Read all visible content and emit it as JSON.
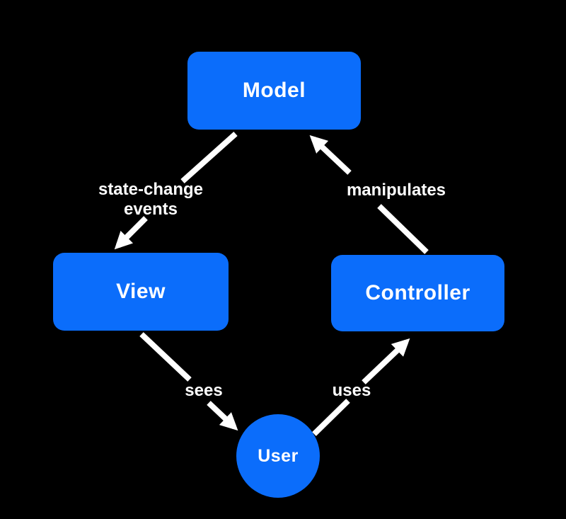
{
  "diagram": {
    "type": "flowchart",
    "nodes": {
      "model": {
        "label": "Model",
        "shape": "rounded-rect"
      },
      "view": {
        "label": "View",
        "shape": "rounded-rect"
      },
      "controller": {
        "label": "Controller",
        "shape": "rounded-rect"
      },
      "user": {
        "label": "User",
        "shape": "circle"
      }
    },
    "edges": {
      "model_to_view": {
        "from": "Model",
        "to": "View",
        "label": "state-change events",
        "line1": "state-change",
        "line2": "events"
      },
      "controller_to_model": {
        "from": "Controller",
        "to": "Model",
        "label": "manipulates"
      },
      "view_to_user": {
        "from": "View",
        "to": "User",
        "label": "sees"
      },
      "user_to_controller": {
        "from": "User",
        "to": "Controller",
        "label": "uses"
      }
    },
    "colors": {
      "background": "#000000",
      "node_fill": "#0b6dfb",
      "text": "#ffffff",
      "arrow": "#ffffff"
    }
  }
}
